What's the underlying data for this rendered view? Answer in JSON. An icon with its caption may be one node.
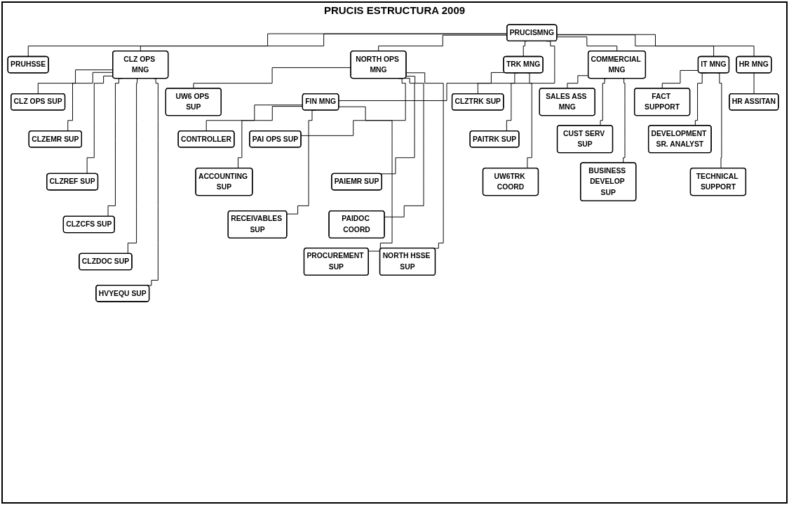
{
  "diagram": {
    "title": "PRUCIS ESTRUCTURA 2009",
    "nodes": [
      {
        "text": [
          "PRUCISMNG"
        ]
      },
      {
        "text": [
          "PRUHSSE"
        ]
      },
      {
        "text": [
          "CLZ OPS MNG"
        ]
      },
      {
        "text": [
          "NORTH OPS MNG"
        ]
      },
      {
        "text": [
          "TRK MNG"
        ]
      },
      {
        "text": [
          "FIN MNG"
        ]
      },
      {
        "text": [
          "COMMERCIAL MNG"
        ]
      },
      {
        "text": [
          "IT MNG"
        ]
      },
      {
        "text": [
          "HR MNG"
        ]
      },
      {
        "text": [
          "CLZ OPS SUP"
        ]
      },
      {
        "text": [
          "CLZEMR SUP"
        ]
      },
      {
        "text": [
          "CLZREF SUP"
        ]
      },
      {
        "text": [
          "CLZCFS SUP"
        ]
      },
      {
        "text": [
          "CLZDOC SUP"
        ]
      },
      {
        "text": [
          "HVYEQU SUP"
        ]
      },
      {
        "text": [
          "UW6 OPS SUP"
        ]
      },
      {
        "text": [
          "PAI OPS SUP"
        ]
      },
      {
        "text": [
          "PAIEMR SUP"
        ]
      },
      {
        "text": [
          "PAIDOC COORD"
        ]
      },
      {
        "text": [
          "NORTH HSSE SUP"
        ]
      },
      {
        "text": [
          "CLZTRK SUP"
        ]
      },
      {
        "text": [
          "PAITRK SUP"
        ]
      },
      {
        "text": [
          "UW6TRK COORD"
        ]
      },
      {
        "text": [
          "CONTROLLER"
        ]
      },
      {
        "text": [
          "ACCOUNTING SUP"
        ]
      },
      {
        "text": [
          "RECEIVABLES SUP"
        ]
      },
      {
        "text": [
          "PROCUREMENT SUP"
        ]
      },
      {
        "text": [
          "SALES ASS MNG"
        ]
      },
      {
        "text": [
          "CUST SERV SUP"
        ]
      },
      {
        "text": [
          "BUSINESS DEVELOP SUP"
        ]
      },
      {
        "text": [
          "FACT SUPPORT"
        ]
      },
      {
        "text": [
          "DEVELOPMENT SR. ANALYST"
        ]
      },
      {
        "text": [
          "TECHNICAL SUPPORT"
        ]
      },
      {
        "text": [
          "HR ASSITAN"
        ]
      }
    ],
    "edges": [
      {
        "from": 0,
        "to": 1,
        "arrow": "none"
      },
      {
        "from": 0,
        "to": 2,
        "arrow": "none"
      },
      {
        "from": 0,
        "to": 3,
        "arrow": "none"
      },
      {
        "from": 0,
        "to": 4,
        "arrow": "none"
      },
      {
        "from": 0,
        "to": 5,
        "arrow": "none"
      },
      {
        "from": 0,
        "to": 6,
        "arrow": "none"
      },
      {
        "from": 0,
        "to": 7,
        "arrow": "none"
      },
      {
        "from": 0,
        "to": 8,
        "arrow": "none"
      },
      {
        "from": 2,
        "to": 9,
        "arrow": "none"
      },
      {
        "from": 2,
        "to": 10,
        "arrow": "none"
      },
      {
        "from": 2,
        "to": 11,
        "arrow": "none"
      },
      {
        "from": 2,
        "to": 12,
        "arrow": "none"
      },
      {
        "from": 2,
        "to": 13,
        "arrow": "none"
      },
      {
        "from": 2,
        "to": 14,
        "arrow": "none"
      },
      {
        "from": 3,
        "to": 15,
        "arrow": "none"
      },
      {
        "from": 3,
        "to": 16,
        "arrow": "none"
      },
      {
        "from": 3,
        "to": 17,
        "arrow": "none"
      },
      {
        "from": 3,
        "to": 18,
        "arrow": "none"
      },
      {
        "from": 3,
        "to": 19,
        "arrow": "none"
      },
      {
        "from": 4,
        "to": 20,
        "arrow": "none"
      },
      {
        "from": 4,
        "to": 21,
        "arrow": "none"
      },
      {
        "from": 4,
        "to": 22,
        "arrow": "none"
      },
      {
        "from": 5,
        "to": 23,
        "arrow": "none"
      },
      {
        "from": 5,
        "to": 24,
        "arrow": "none"
      },
      {
        "from": 5,
        "to": 25,
        "arrow": "none"
      },
      {
        "from": 5,
        "to": 26,
        "arrow": "none"
      },
      {
        "from": 6,
        "to": 27,
        "arrow": "none"
      },
      {
        "from": 6,
        "to": 28,
        "arrow": "none"
      },
      {
        "from": 6,
        "to": 29,
        "arrow": "none"
      },
      {
        "from": 7,
        "to": 30,
        "arrow": "none"
      },
      {
        "from": 7,
        "to": 31,
        "arrow": "none"
      },
      {
        "from": 7,
        "to": 32,
        "arrow": "none"
      },
      {
        "from": 8,
        "to": 33,
        "arrow": "none"
      }
    ]
  }
}
